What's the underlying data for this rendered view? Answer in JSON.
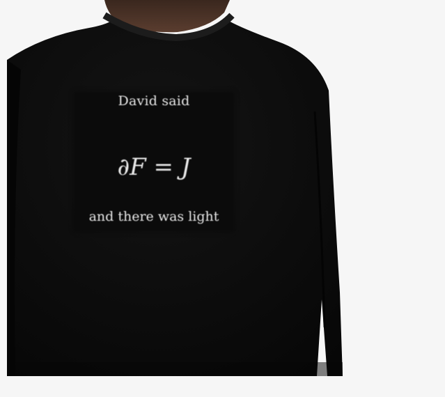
{
  "image": {
    "subject": "black long-sleeve sweatshirt with printed physics quote",
    "background_color": "#f6f6f6",
    "garment_color": "#0c0c0c",
    "skin_color": "#4a3226"
  },
  "print": {
    "line_top": "David said",
    "equation": "∂F = J",
    "line_bottom": "and there was light",
    "panel_color": "#0b0b0b",
    "text_color": "#e9e9e9"
  }
}
